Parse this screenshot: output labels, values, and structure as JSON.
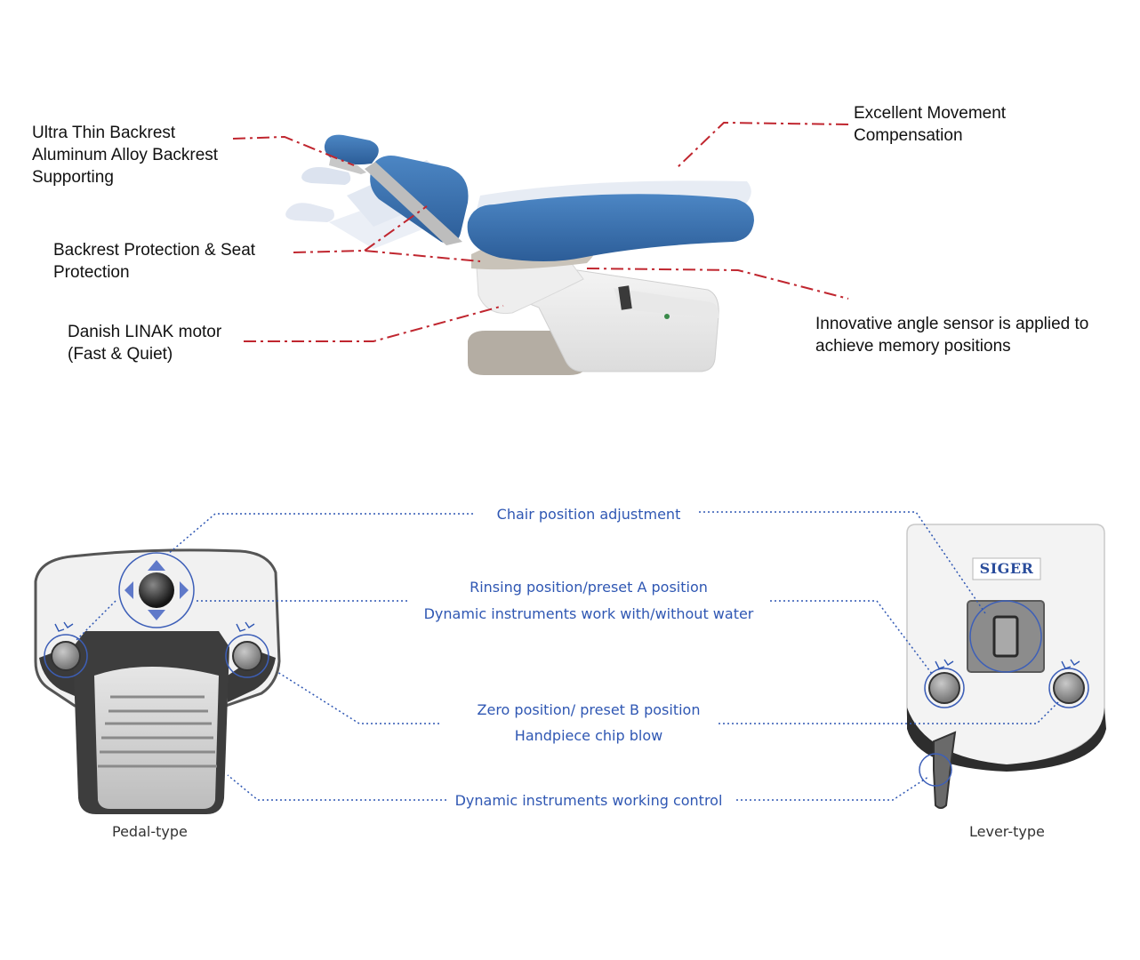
{
  "chair_callouts": {
    "backrest": [
      "Ultra Thin Backrest",
      "Aluminum Alloy Backrest",
      "Supporting"
    ],
    "protection": [
      "Backrest Protection & Seat",
      "Protection"
    ],
    "motor": [
      "Danish LINAK motor",
      "(Fast & Quiet)"
    ],
    "movement": [
      "Excellent Movement",
      "Compensation"
    ],
    "sensor": [
      "Innovative angle sensor is applied to",
      "achieve memory positions"
    ]
  },
  "control_captions": {
    "chair_position": "Chair position adjustment",
    "rinsing": "Rinsing position/preset A position",
    "dynamic_water": "Dynamic instruments work with/without water",
    "zero_position": "Zero position/ preset B position",
    "chip_blow": "Handpiece chip blow",
    "working_control": "Dynamic instruments working control"
  },
  "types": {
    "pedal": "Pedal-type",
    "lever": "Lever-type"
  },
  "brand_logo": "SIGER",
  "colors": {
    "callout_line": "#c0262f",
    "dotted_line": "#2f57b3",
    "seat_blue": "#3468a8"
  }
}
